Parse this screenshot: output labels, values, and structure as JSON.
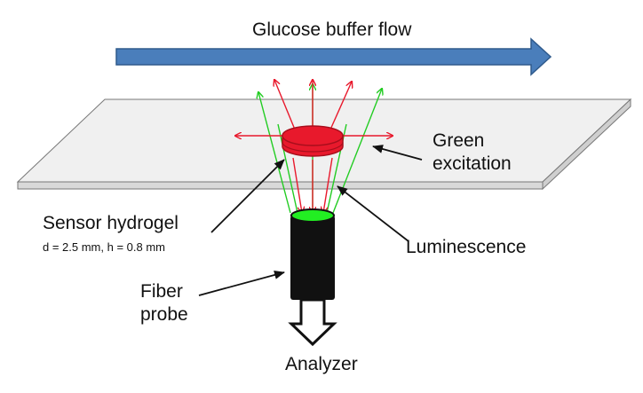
{
  "labels": {
    "flow": "Glucose buffer flow",
    "excitation_line1": "Green",
    "excitation_line2": "excitation",
    "hydrogel": "Sensor hydrogel",
    "dimensions": "d = 2.5 mm, h = 0.8 mm",
    "luminescence": "Luminescence",
    "fiber_line1": "Fiber",
    "fiber_line2": "probe",
    "analyzer": "Analyzer"
  },
  "colors": {
    "flow_arrow": "#4a7ebb",
    "flow_arrow_edge": "#2f5a8c",
    "slide_top": "#f0f0f0",
    "slide_edge": "#cfcfcf",
    "hydrogel": "#e8192c",
    "hydrogel_dark": "#a80e1c",
    "green_light": "#22cc22",
    "red_light": "#e8192c",
    "probe": "#111111",
    "probe_tip": "#22ee22",
    "pointer": "#111111"
  }
}
